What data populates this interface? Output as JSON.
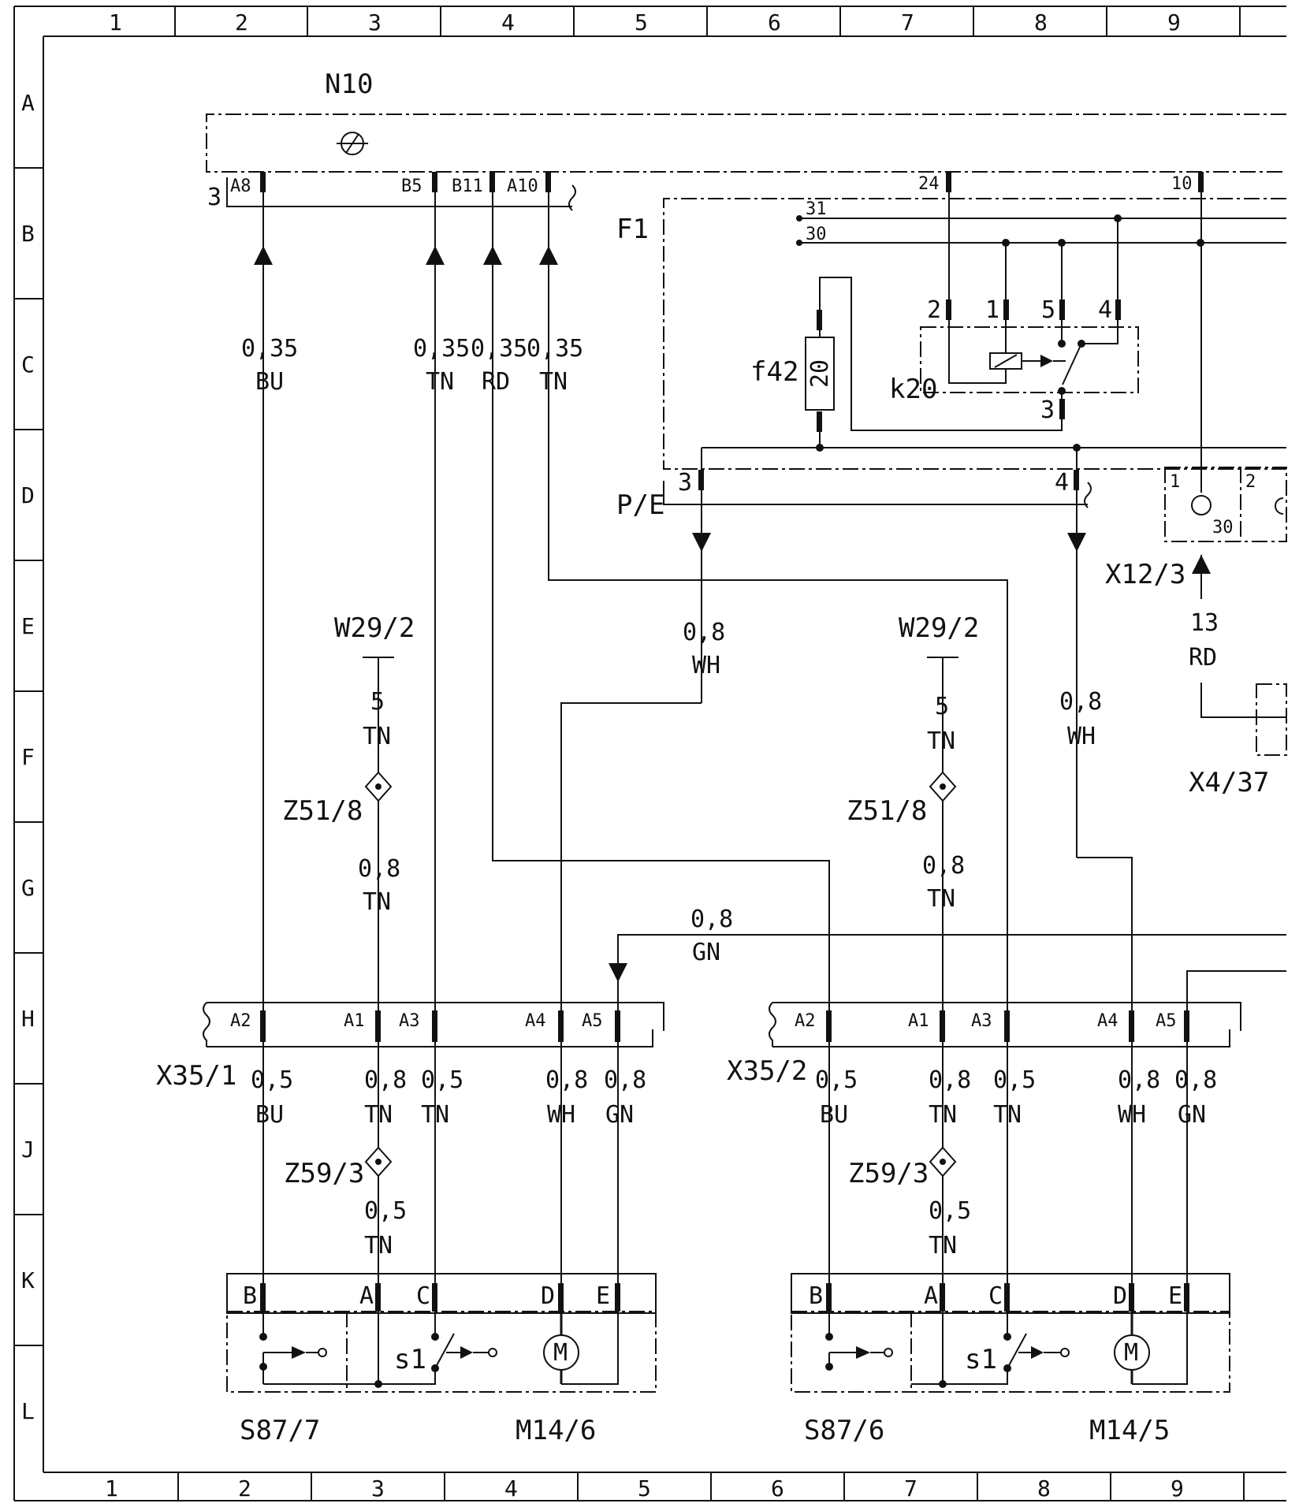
{
  "grid": {
    "columns": [
      "1",
      "2",
      "3",
      "4",
      "5",
      "6",
      "7",
      "8",
      "9"
    ],
    "rows": [
      "A",
      "B",
      "C",
      "D",
      "E",
      "F",
      "G",
      "H",
      "J",
      "K",
      "L"
    ]
  },
  "components": {
    "n10": "N10",
    "f1": "F1",
    "f42": "f42",
    "f42_rating": "20",
    "k20": "k20",
    "pe": "P/E",
    "x12": "X12/3",
    "x4": "X4/37",
    "x35_1": "X35/1",
    "x35_2": "X35/2",
    "w29_left": "W29/2",
    "w29_right": "W29/2",
    "z51_left": "Z51/8",
    "z51_right": "Z51/8",
    "z59_left": "Z59/3",
    "z59_right": "Z59/3",
    "s87_7": "S87/7",
    "m14_6": "M14/6",
    "s87_6": "S87/6",
    "m14_5": "M14/5",
    "s1_left": "s1",
    "s1_right": "s1",
    "motor": "M"
  },
  "pins": {
    "n10_block": "3",
    "n10": [
      "A8",
      "B5",
      "B11",
      "A10"
    ],
    "top_right": [
      "24",
      "10"
    ],
    "f1_bus": [
      "31",
      "30"
    ],
    "k20": [
      "2",
      "1",
      "5",
      "4",
      "3"
    ],
    "pe": [
      "3",
      "4"
    ],
    "x12": [
      "1",
      "2",
      "30"
    ],
    "x35": [
      "A2",
      "A1",
      "A3",
      "A4",
      "A5"
    ],
    "switch": [
      "B",
      "A",
      "C",
      "D",
      "E"
    ]
  },
  "wires": {
    "n10_a8": [
      "0,35",
      "BU"
    ],
    "n10_b5": [
      "0,35",
      "TN"
    ],
    "n10_b11": [
      "0,35",
      "RD"
    ],
    "n10_a10": [
      "0,35",
      "TN"
    ],
    "pe3": [
      "0,8",
      "WH"
    ],
    "pe4": [
      "0,8",
      "WH"
    ],
    "x12_13": [
      "13",
      "RD"
    ],
    "w29_left": [
      "5",
      "TN"
    ],
    "w29_right": [
      "5",
      "TN"
    ],
    "z51_left_out": [
      "0,8",
      "TN"
    ],
    "z51_right_out": [
      "0,8",
      "TN"
    ],
    "gn_bus": [
      "0,8",
      "GN"
    ],
    "x35_1_below": [
      [
        "0,5",
        "BU"
      ],
      [
        "0,8",
        "TN"
      ],
      [
        "0,5",
        "TN"
      ],
      [
        "0,8",
        "WH"
      ],
      [
        "0,8",
        "GN"
      ]
    ],
    "x35_2_below": [
      [
        "0,5",
        "BU"
      ],
      [
        "0,8",
        "TN"
      ],
      [
        "0,5",
        "TN"
      ],
      [
        "0,8",
        "WH"
      ],
      [
        "0,8",
        "GN"
      ]
    ],
    "z59_left_out": [
      "0,5",
      "TN"
    ],
    "z59_right_out": [
      "0,5",
      "TN"
    ]
  }
}
